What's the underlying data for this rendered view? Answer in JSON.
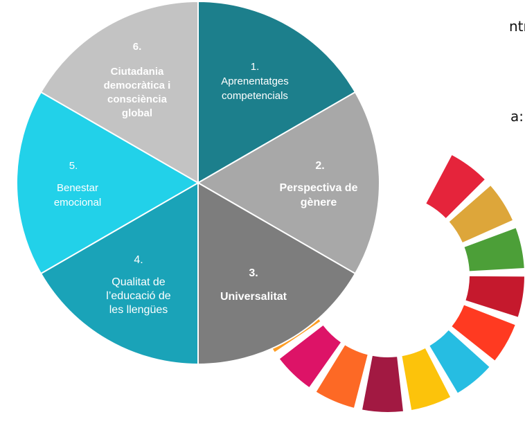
{
  "text_fragments": [
    "ntre",
    "a:"
  ],
  "sdg_wheel_colors": [
    "#e5243b",
    "#dda63a",
    "#4c9f38",
    "#c5192d",
    "#ff3a21",
    "#26bde2",
    "#fcc30b",
    "#a21942",
    "#fd6925",
    "#dd1367",
    "#fd9d24"
  ],
  "segments": [
    {
      "number": "1.",
      "lines": [
        "Aprenentatges",
        "competencials"
      ],
      "bold": false,
      "color": "#1c7f8c"
    },
    {
      "number": "2.",
      "lines": [
        "Perspectiva de",
        "gènere"
      ],
      "bold": true,
      "color": "#a8a8a8"
    },
    {
      "number": "3.",
      "lines": [
        "Universalitat"
      ],
      "bold": true,
      "color": "#7d7d7d"
    },
    {
      "number": "4.",
      "lines": [
        "Qualitat de",
        "l’educació de",
        "les llengües"
      ],
      "bold": false,
      "color": "#1aa3b8"
    },
    {
      "number": "5.",
      "lines": [
        "Benestar",
        "emocional"
      ],
      "bold": false,
      "color": "#22d1e9"
    },
    {
      "number": "6.",
      "lines": [
        "Ciutadania",
        "democràtica i",
        "consciència",
        "global"
      ],
      "bold": true,
      "color": "#c3c3c3"
    }
  ]
}
